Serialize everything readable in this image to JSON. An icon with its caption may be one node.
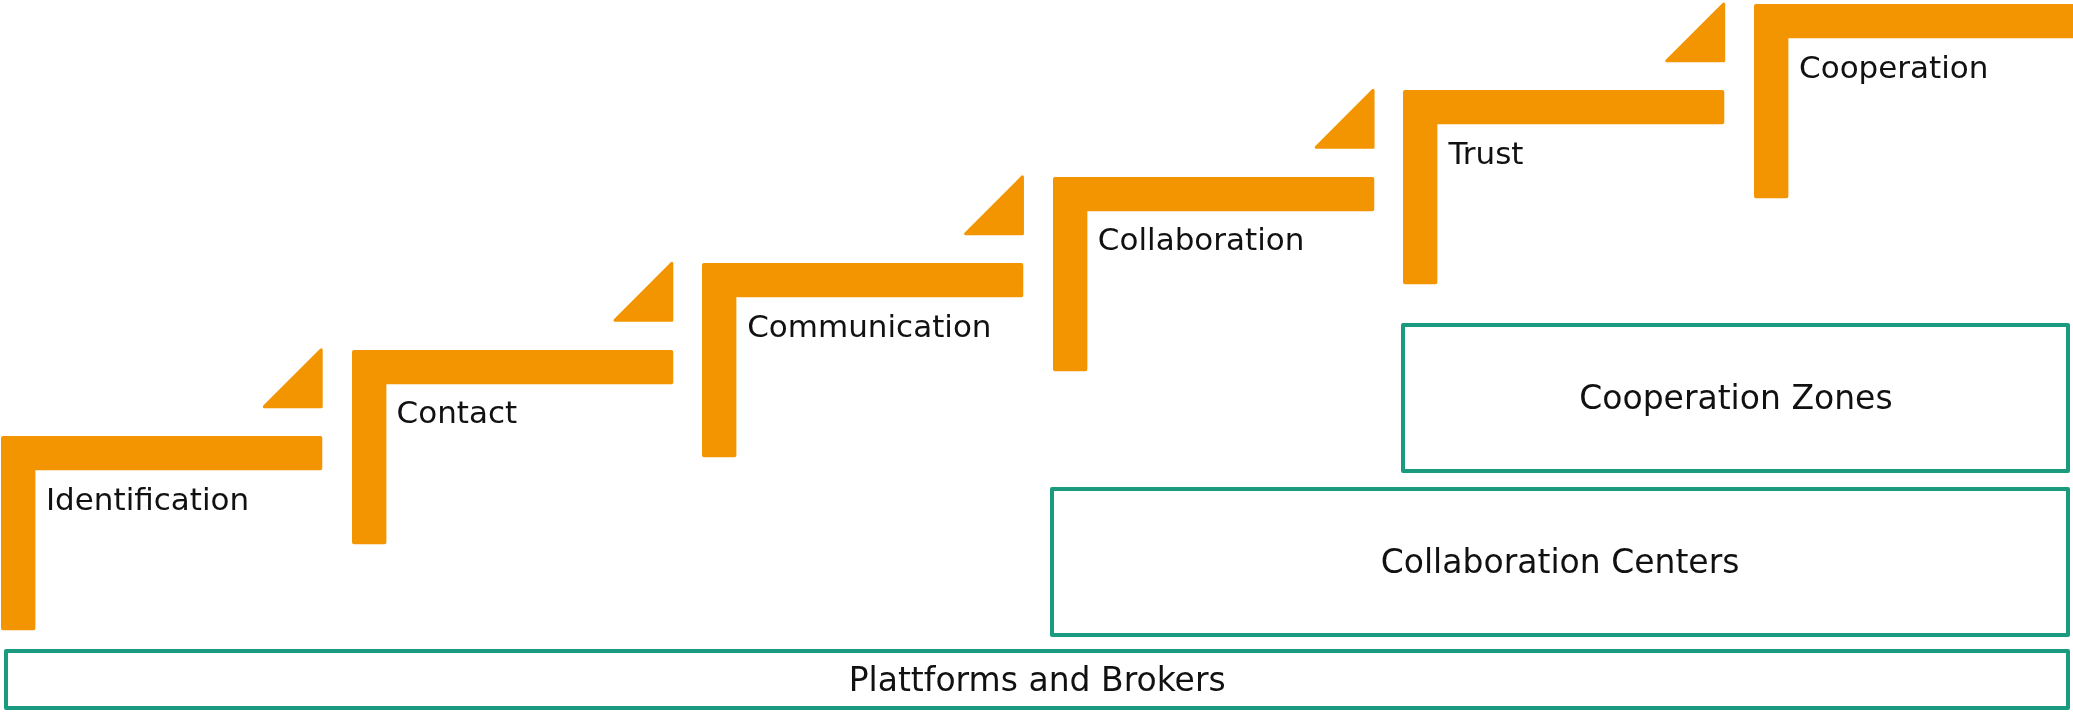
{
  "diagram": {
    "nodes": [
      {
        "text": [
          "Identification"
        ]
      },
      {
        "text": [
          "Contact"
        ]
      },
      {
        "text": [
          "Communication"
        ]
      },
      {
        "text": [
          "Collaboration"
        ]
      },
      {
        "text": [
          "Trust"
        ]
      },
      {
        "text": [
          "Cooperation"
        ]
      },
      {
        "text": [
          "Cooperation Zones"
        ]
      },
      {
        "text": [
          "Collaboration Centers"
        ]
      },
      {
        "text": [
          "Plattforms and Brokers"
        ]
      }
    ]
  }
}
